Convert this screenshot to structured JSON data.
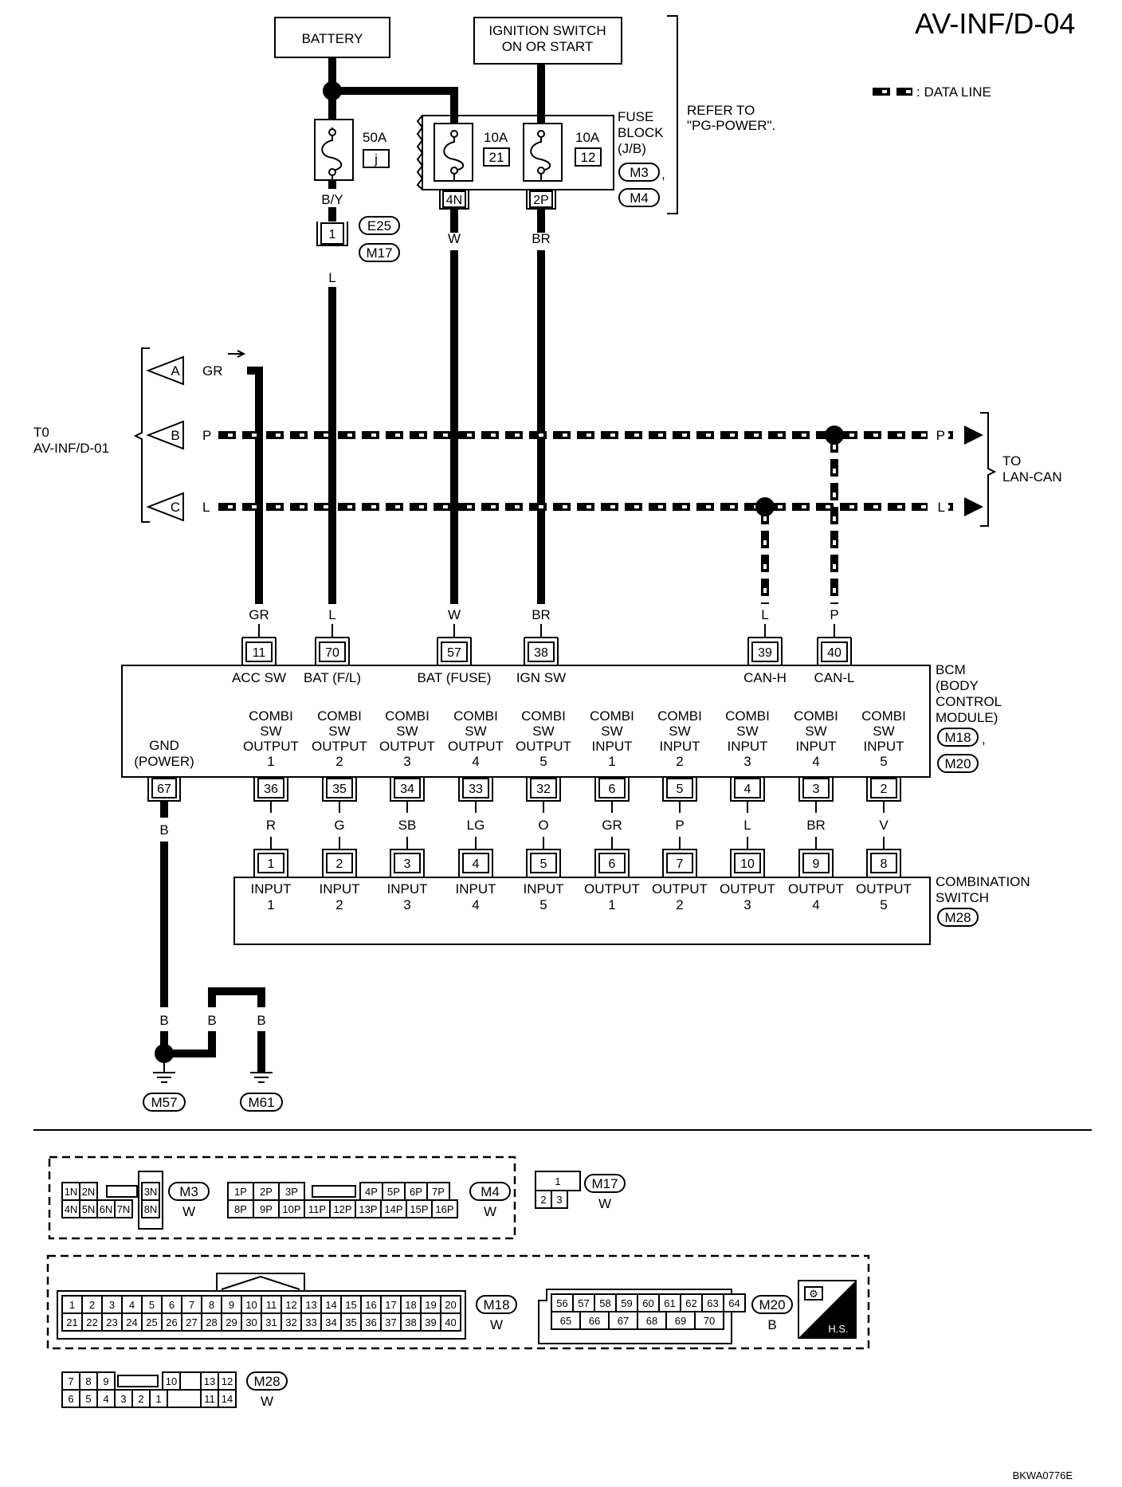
{
  "page_id": "AV-INF/D-04",
  "legend_data_line": ": DATA LINE",
  "battery": "BATTERY",
  "ignition_switch": [
    "IGNITION SWITCH",
    "ON OR START"
  ],
  "refer_to": [
    "REFER TO",
    "\"PG-POWER\"."
  ],
  "fuse_block": [
    "FUSE",
    "BLOCK",
    "(J/B)"
  ],
  "fuses": [
    {
      "amp": "50A",
      "id": "j"
    },
    {
      "amp": "10A",
      "id": "21"
    },
    {
      "amp": "10A",
      "id": "12"
    }
  ],
  "jb_connectors": [
    "M3",
    "M4"
  ],
  "jb_pins": [
    "4N",
    "2P"
  ],
  "wire_colors_top": {
    "battery_fuse": "B/Y",
    "after_e25": "L",
    "fuse21": "W",
    "fuse12": "BR"
  },
  "inline_connector": {
    "pin": "1",
    "ids": [
      "E25",
      "M17"
    ]
  },
  "to_av_inf": [
    "T0",
    "AV-INF/D-01"
  ],
  "to_lan_can": [
    "TO",
    "LAN-CAN"
  ],
  "offpage": [
    {
      "letter": "A",
      "color": "GR"
    },
    {
      "letter": "B",
      "color": "P"
    },
    {
      "letter": "C",
      "color": "L"
    }
  ],
  "lan_end_colors": [
    "P",
    "L"
  ],
  "bcm": {
    "name": [
      "BCM",
      "(BODY",
      "CONTROL",
      "MODULE)"
    ],
    "connectors": [
      "M18",
      "M20"
    ],
    "top_pins": [
      {
        "pin": "11",
        "color": "GR",
        "label": "ACC SW"
      },
      {
        "pin": "70",
        "color": "L",
        "label": "BAT (F/L)"
      },
      {
        "pin": "57",
        "color": "W",
        "label": "BAT (FUSE)"
      },
      {
        "pin": "38",
        "color": "BR",
        "label": "IGN SW"
      },
      {
        "pin": "39",
        "color": "L",
        "label": "CAN-H"
      },
      {
        "pin": "40",
        "color": "P",
        "label": "CAN-L"
      }
    ],
    "gnd": {
      "label": [
        "GND",
        "(POWER)"
      ],
      "pin": "67",
      "color": "B"
    },
    "bottom_pins": [
      {
        "label": [
          "COMBI",
          "SW",
          "OUTPUT",
          "1"
        ],
        "pin": "36",
        "color": "R"
      },
      {
        "label": [
          "COMBI",
          "SW",
          "OUTPUT",
          "2"
        ],
        "pin": "35",
        "color": "G"
      },
      {
        "label": [
          "COMBI",
          "SW",
          "OUTPUT",
          "3"
        ],
        "pin": "34",
        "color": "SB"
      },
      {
        "label": [
          "COMBI",
          "SW",
          "OUTPUT",
          "4"
        ],
        "pin": "33",
        "color": "LG"
      },
      {
        "label": [
          "COMBI",
          "SW",
          "OUTPUT",
          "5"
        ],
        "pin": "32",
        "color": "O"
      },
      {
        "label": [
          "COMBI",
          "SW",
          "INPUT",
          "1"
        ],
        "pin": "6",
        "color": "GR"
      },
      {
        "label": [
          "COMBI",
          "SW",
          "INPUT",
          "2"
        ],
        "pin": "5",
        "color": "P"
      },
      {
        "label": [
          "COMBI",
          "SW",
          "INPUT",
          "3"
        ],
        "pin": "4",
        "color": "L"
      },
      {
        "label": [
          "COMBI",
          "SW",
          "INPUT",
          "4"
        ],
        "pin": "3",
        "color": "BR"
      },
      {
        "label": [
          "COMBI",
          "SW",
          "INPUT",
          "5"
        ],
        "pin": "2",
        "color": "V"
      }
    ]
  },
  "combination_switch": {
    "name": [
      "COMBINATION",
      "SWITCH"
    ],
    "connector": "M28",
    "pins": [
      {
        "pin": "1",
        "label": [
          "INPUT",
          "1"
        ]
      },
      {
        "pin": "2",
        "label": [
          "INPUT",
          "2"
        ]
      },
      {
        "pin": "3",
        "label": [
          "INPUT",
          "3"
        ]
      },
      {
        "pin": "4",
        "label": [
          "INPUT",
          "4"
        ]
      },
      {
        "pin": "5",
        "label": [
          "INPUT",
          "5"
        ]
      },
      {
        "pin": "6",
        "label": [
          "OUTPUT",
          "1"
        ]
      },
      {
        "pin": "7",
        "label": [
          "OUTPUT",
          "2"
        ]
      },
      {
        "pin": "10",
        "label": [
          "OUTPUT",
          "3"
        ]
      },
      {
        "pin": "9",
        "label": [
          "OUTPUT",
          "4"
        ]
      },
      {
        "pin": "8",
        "label": [
          "OUTPUT",
          "5"
        ]
      }
    ]
  },
  "ground_colors": [
    "B",
    "B",
    "B"
  ],
  "grounds": [
    "M57",
    "M61"
  ],
  "connector_views": {
    "M3": {
      "id": "M3",
      "color": "W",
      "top": [
        "1N",
        "2N",
        "3N"
      ],
      "bottom": [
        "4N",
        "5N",
        "6N",
        "7N",
        "8N"
      ]
    },
    "M4": {
      "id": "M4",
      "color": "W",
      "top": [
        "1P",
        "2P",
        "3P",
        "4P",
        "5P",
        "6P",
        "7P"
      ],
      "bottom": [
        "8P",
        "9P",
        "10P",
        "11P",
        "12P",
        "13P",
        "14P",
        "15P",
        "16P"
      ]
    },
    "M17": {
      "id": "M17",
      "color": "W",
      "top": [
        "1"
      ],
      "bottom": [
        "2",
        "3"
      ]
    },
    "M18": {
      "id": "M18",
      "color": "W",
      "top": [
        "1",
        "2",
        "3",
        "4",
        "5",
        "6",
        "7",
        "8",
        "9",
        "10",
        "11",
        "12",
        "13",
        "14",
        "15",
        "16",
        "17",
        "18",
        "19",
        "20"
      ],
      "bottom": [
        "21",
        "22",
        "23",
        "24",
        "25",
        "26",
        "27",
        "28",
        "29",
        "30",
        "31",
        "32",
        "33",
        "34",
        "35",
        "36",
        "37",
        "38",
        "39",
        "40"
      ]
    },
    "M20": {
      "id": "M20",
      "color": "B",
      "top": [
        "56",
        "57",
        "58",
        "59",
        "60",
        "61",
        "62",
        "63",
        "64"
      ],
      "bottom": [
        "65",
        "66",
        "67",
        "68",
        "69",
        "70"
      ]
    },
    "M28": {
      "id": "M28",
      "color": "W",
      "top": [
        "7",
        "8",
        "9",
        "10",
        "13",
        "12"
      ],
      "bottom": [
        "6",
        "5",
        "4",
        "3",
        "2",
        "1",
        "11",
        "14"
      ]
    }
  },
  "hs_badge": "H.S.",
  "figure_code": "BKWA0776E"
}
